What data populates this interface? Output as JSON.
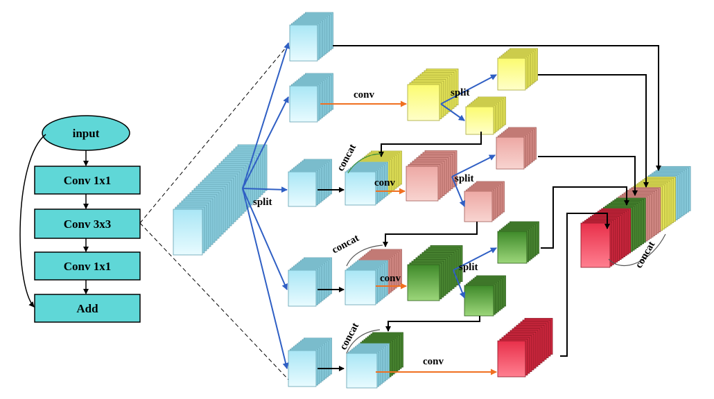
{
  "flowchart": {
    "input": "input",
    "conv1": "Conv 1x1",
    "conv3": "Conv 3x3",
    "conv1b": "Conv 1x1",
    "add": "Add"
  },
  "labels": {
    "split_main": "split",
    "conv_top": "conv",
    "split_yellow": "split",
    "concat_1": "concat",
    "conv_2": "conv",
    "split_pink": "split",
    "concat_2": "concat",
    "conv_3": "conv",
    "split_green": "split",
    "concat_3": "concat",
    "conv_bottom": "conv",
    "concat_final": "concat"
  },
  "colors": {
    "flow_box": "#5fd7d7",
    "cyan": "#cdf0f8",
    "yellow": "#ffff99",
    "pink": "#f4b8b4",
    "green": "#5f9f3f",
    "red": "#f0506a",
    "blue_arrow": "#2f5fc4",
    "orange_arrow": "#f07020"
  }
}
